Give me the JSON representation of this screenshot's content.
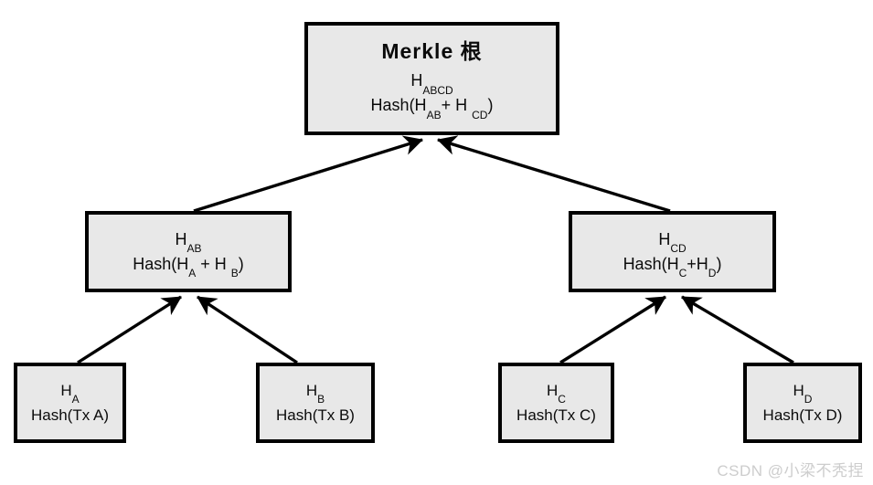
{
  "diagram": {
    "type": "merkle-tree",
    "nodes": {
      "root": {
        "title": "Merkle 根",
        "label": [
          "H",
          "ABCD"
        ],
        "formula": [
          "Hash(H",
          "AB",
          "+ H ",
          "CD",
          ")"
        ]
      },
      "hab": {
        "label": [
          "H",
          "AB"
        ],
        "formula": [
          "Hash(H",
          "A",
          " + H ",
          "B",
          ")"
        ]
      },
      "hcd": {
        "label": [
          "H",
          "CD"
        ],
        "formula": [
          "Hash(H",
          "C",
          "+H",
          "D",
          ")"
        ]
      },
      "leaf_a": {
        "label": [
          "H",
          "A"
        ],
        "formula_plain": "Hash(Tx A)"
      },
      "leaf_b": {
        "label": [
          "H",
          "B"
        ],
        "formula_plain": "Hash(Tx B)"
      },
      "leaf_c": {
        "label": [
          "H",
          "C"
        ],
        "formula_plain": "Hash(Tx C)"
      },
      "leaf_d": {
        "label": [
          "H",
          "D"
        ],
        "formula_plain": "Hash(Tx D)"
      }
    },
    "edges": [
      {
        "from": "H_AB",
        "to": "Merkle root"
      },
      {
        "from": "H_CD",
        "to": "Merkle root"
      },
      {
        "from": "H_A",
        "to": "H_AB"
      },
      {
        "from": "H_B",
        "to": "H_AB"
      },
      {
        "from": "H_C",
        "to": "H_CD"
      },
      {
        "from": "H_D",
        "to": "H_CD"
      }
    ],
    "colors": {
      "background": "#ffffff",
      "box_fill": "#e8e8e8",
      "box_border": "#000000",
      "arrow": "#000000",
      "watermark_text": "#cdcdcd"
    }
  },
  "watermark": "CSDN @小梁不秃捏"
}
